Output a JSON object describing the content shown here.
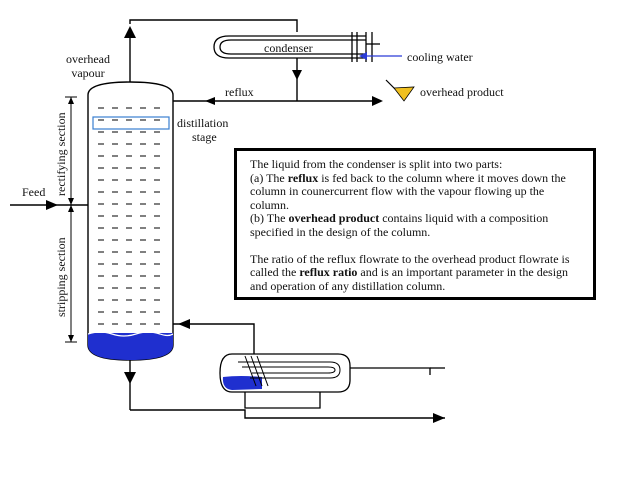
{
  "labels": {
    "overhead_vapour": [
      "overhead",
      "vapour"
    ],
    "condenser": "condenser",
    "cooling_water": "cooling water",
    "reflux": "reflux",
    "overhead_product": "overhead product",
    "distillation_stage": [
      "distillation",
      "stage"
    ],
    "feed": "Feed",
    "rectifying_section": "rectifying section",
    "stripping_section": "stripping  section"
  },
  "info": {
    "intro": "The liquid from the condenser is split into two parts:",
    "a_prefix": "(a) The ",
    "a_term": "reflux",
    "a_rest": " is fed back to the column where it moves down the column in counercurrent flow with the vapour flowing up the column.",
    "b_prefix": "(b) The ",
    "b_term": "overhead product",
    "b_rest": " contains liquid with a composition specified in the design of the column.",
    "ratio_prefix": "The ratio of the reflux flowrate to the overhead product flowrate is called the ",
    "ratio_term": "reflux ratio",
    "ratio_rest": " and is an important parameter in the design and operation of any distillation column."
  },
  "colors": {
    "line": "#000000",
    "liquid": "#1f2fcf",
    "stage_highlight": "#3a7fd0",
    "cooling_arrow": "#2b3bd6",
    "product_marker": "#f0c020"
  }
}
